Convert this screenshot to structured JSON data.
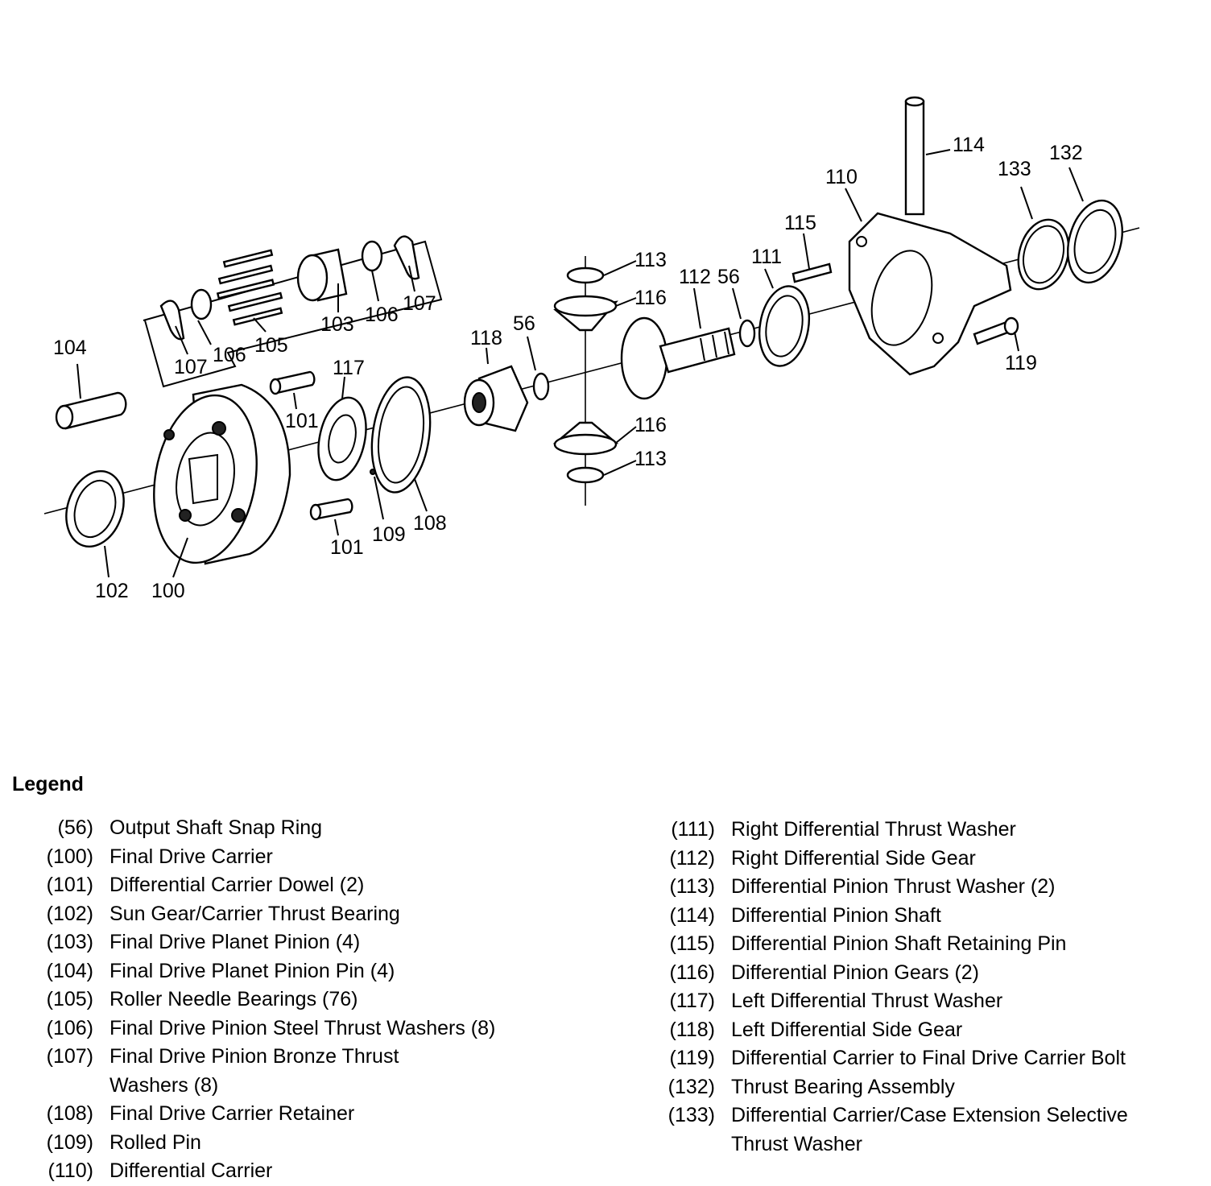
{
  "diagram": {
    "callouts": {
      "c56a": "56",
      "c56b": "56",
      "c100": "100",
      "c101a": "101",
      "c101b": "101",
      "c102": "102",
      "c103": "103",
      "c104": "104",
      "c105": "105",
      "c106a": "106",
      "c106b": "106",
      "c107a": "107",
      "c107b": "107",
      "c108": "108",
      "c109": "109",
      "c110": "110",
      "c111": "111",
      "c112": "112",
      "c113a": "113",
      "c113b": "113",
      "c114": "114",
      "c115": "115",
      "c116a": "116",
      "c116b": "116",
      "c117": "117",
      "c118": "118",
      "c119": "119",
      "c132": "132",
      "c133": "133"
    }
  },
  "legend": {
    "title": "Legend",
    "left": [
      {
        "num": "(56)",
        "desc": "Output Shaft Snap Ring"
      },
      {
        "num": "(100)",
        "desc": "Final Drive Carrier"
      },
      {
        "num": "(101)",
        "desc": "Differential Carrier Dowel (2)"
      },
      {
        "num": "(102)",
        "desc": "Sun Gear/Carrier Thrust Bearing"
      },
      {
        "num": "(103)",
        "desc": "Final Drive Planet Pinion (4)"
      },
      {
        "num": "(104)",
        "desc": "Final Drive Planet Pinion Pin (4)"
      },
      {
        "num": "(105)",
        "desc": "Roller Needle Bearings (76)"
      },
      {
        "num": "(106)",
        "desc": "Final Drive Pinion Steel Thrust Washers (8)"
      },
      {
        "num": "(107)",
        "desc": "Final Drive Pinion Bronze Thrust",
        "desc2": "Washers (8)"
      },
      {
        "num": "(108)",
        "desc": "Final Drive Carrier Retainer"
      },
      {
        "num": "(109)",
        "desc": "Rolled Pin"
      },
      {
        "num": "(110)",
        "desc": "Differential Carrier"
      }
    ],
    "right": [
      {
        "num": "(111)",
        "desc": "Right Differential Thrust Washer"
      },
      {
        "num": "(112)",
        "desc": "Right Differential Side Gear"
      },
      {
        "num": "(113)",
        "desc": "Differential Pinion Thrust Washer (2)"
      },
      {
        "num": "(114)",
        "desc": "Differential Pinion Shaft"
      },
      {
        "num": "(115)",
        "desc": "Differential Pinion Shaft Retaining Pin"
      },
      {
        "num": "(116)",
        "desc": "Differential Pinion Gears (2)"
      },
      {
        "num": "(117)",
        "desc": "Left Differential Thrust Washer"
      },
      {
        "num": "(118)",
        "desc": "Left Differential Side Gear"
      },
      {
        "num": "(119)",
        "desc": "Differential Carrier to Final Drive Carrier Bolt"
      },
      {
        "num": "(132)",
        "desc": "Thrust Bearing Assembly"
      },
      {
        "num": "(133)",
        "desc": "Differential Carrier/Case Extension Selective",
        "desc2": "Thrust Washer"
      }
    ]
  }
}
